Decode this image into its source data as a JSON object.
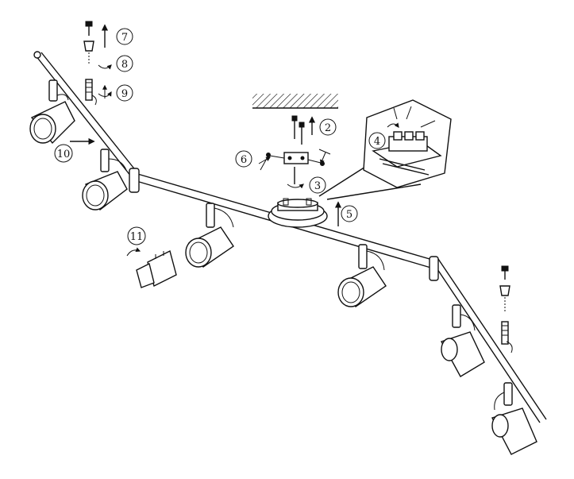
{
  "steps": [
    "2",
    "3",
    "4",
    "5",
    "6",
    "7",
    "8",
    "9",
    "10",
    "11"
  ],
  "colors": {
    "ink": "#111111",
    "paper": "#ffffff"
  }
}
